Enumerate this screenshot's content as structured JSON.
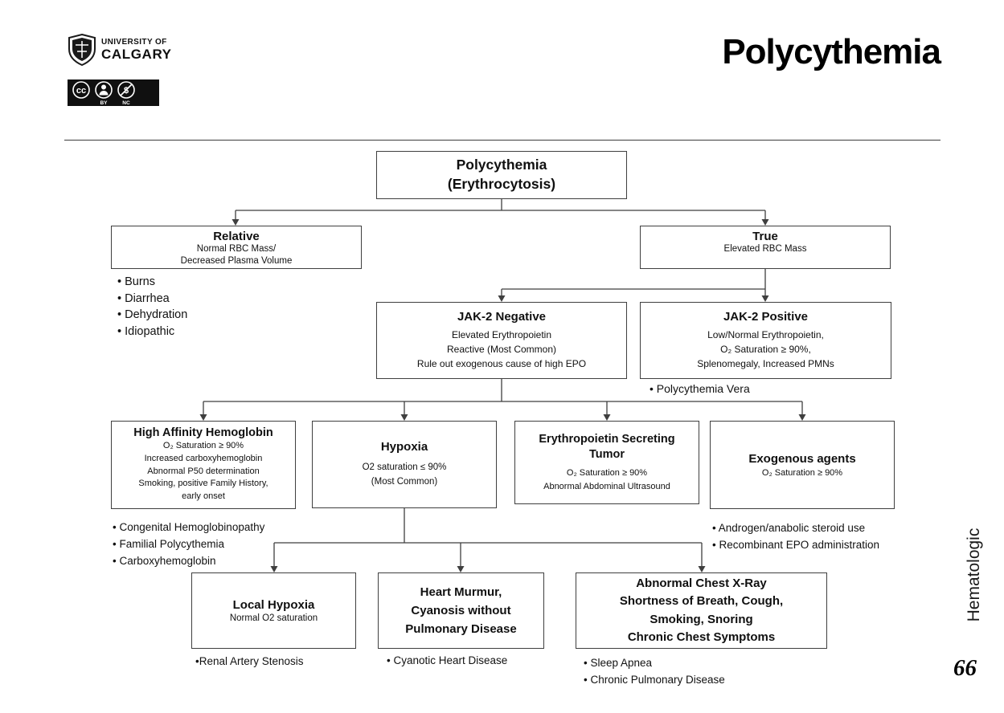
{
  "header": {
    "title": "Polycythemia",
    "logo": {
      "line1": "UNIVERSITY OF",
      "line2": "CALGARY"
    },
    "license": {
      "cc": "cc",
      "by": "BY",
      "nc": "NC",
      "nc_symbol": "$"
    }
  },
  "side": {
    "section": "Hematologic",
    "page": "66"
  },
  "boxes": {
    "root": {
      "line1": "Polycythemia",
      "line2": "(Erythrocytosis)"
    },
    "relative": {
      "title": "Relative",
      "lines": [
        "Normal RBC Mass/",
        "Decreased Plasma Volume"
      ]
    },
    "true": {
      "title": "True",
      "lines": [
        "Elevated RBC Mass"
      ]
    },
    "jak2_negative": {
      "title": "JAK-2 Negative",
      "lines": [
        "Elevated Erythropoietin",
        "Reactive (Most Common)",
        "Rule out exogenous cause of high EPO"
      ]
    },
    "jak2_positive": {
      "title": "JAK-2 Positive",
      "lines": [
        "Low/Normal Erythropoietin,",
        "O₂ Saturation ≥ 90%,",
        "Splenomegaly, Increased PMNs"
      ]
    },
    "high_affinity": {
      "title": "High Affinity Hemoglobin",
      "lines": [
        "O₂ Saturation ≥ 90%",
        "Increased carboxyhemoglobin",
        "Abnormal P50 determination",
        "Smoking, positive Family History,",
        "early onset"
      ]
    },
    "hypoxia": {
      "title": "Hypoxia",
      "lines": [
        "O2 saturation ≤ 90%",
        "(Most Common)"
      ]
    },
    "epo_tumor": {
      "title_line1": "Erythropoietin Secreting",
      "title_line2": "Tumor",
      "lines": [
        "O₂ Saturation ≥ 90%",
        "Abnormal Abdominal Ultrasound"
      ]
    },
    "exogenous": {
      "title": "Exogenous agents",
      "lines": [
        "O₂ Saturation ≥ 90%"
      ]
    },
    "local_hypoxia": {
      "title": "Local Hypoxia",
      "lines": [
        "Normal O2 saturation"
      ]
    },
    "heart_murmur": {
      "title_lines": [
        "Heart Murmur,",
        "Cyanosis without",
        "Pulmonary Disease"
      ]
    },
    "chest_xray": {
      "title_lines": [
        "Abnormal Chest X-Ray",
        "Shortness of Breath, Cough,",
        "Smoking, Snoring",
        "Chronic Chest Symptoms"
      ]
    }
  },
  "lists": {
    "relative": [
      "• Burns",
      "• Diarrhea",
      "• Dehydration",
      "• Idiopathic"
    ],
    "jak2_positive": [
      "• Polycythemia Vera"
    ],
    "high_affinity": [
      "• Congenital Hemoglobinopathy",
      "• Familial Polycythemia",
      "• Carboxyhemoglobin"
    ],
    "exogenous": [
      "• Androgen/anabolic steroid use",
      "• Recombinant EPO administration"
    ],
    "local_hypoxia": [
      "•Renal Artery Stenosis"
    ],
    "heart_murmur": [
      "• Cyanotic Heart Disease"
    ],
    "chest_xray": [
      "• Sleep Apnea",
      "• Chronic Pulmonary Disease"
    ]
  }
}
